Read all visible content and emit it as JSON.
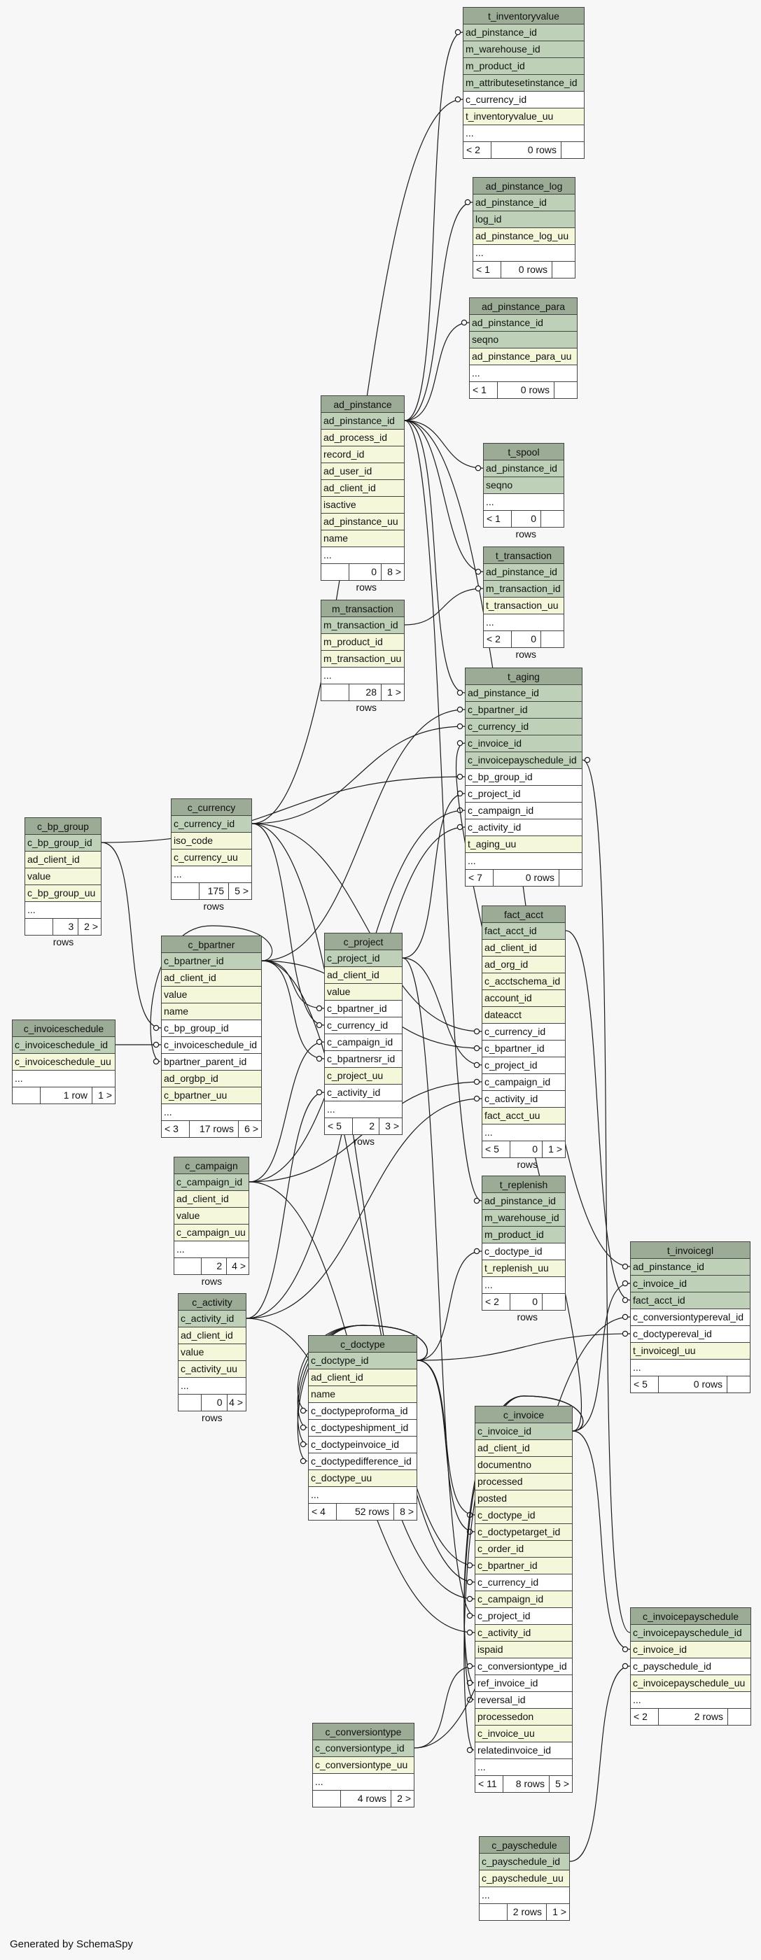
{
  "footer": "Generated by SchemaSpy",
  "tables": [
    {
      "id": "t_inventoryvalue",
      "columns": [
        [
          "ad_pinstance_id",
          "pk"
        ],
        [
          "m_warehouse_id",
          "pk"
        ],
        [
          "m_product_id",
          "pk"
        ],
        [
          "m_attributesetinstance_id",
          "pk"
        ],
        [
          "c_currency_id",
          "plain"
        ],
        [
          "t_inventoryvalue_uu",
          "idx"
        ],
        [
          "...",
          "plain"
        ]
      ],
      "footer": [
        "< 2",
        "0 rows",
        ""
      ]
    },
    {
      "id": "ad_pinstance_log",
      "columns": [
        [
          "ad_pinstance_id",
          "pk"
        ],
        [
          "log_id",
          "pk"
        ],
        [
          "ad_pinstance_log_uu",
          "idx"
        ],
        [
          "...",
          "plain"
        ]
      ],
      "footer": [
        "< 1",
        "0 rows",
        ""
      ]
    },
    {
      "id": "ad_pinstance_para",
      "columns": [
        [
          "ad_pinstance_id",
          "pk"
        ],
        [
          "seqno",
          "pk"
        ],
        [
          "ad_pinstance_para_uu",
          "idx"
        ],
        [
          "...",
          "plain"
        ]
      ],
      "footer": [
        "< 1",
        "0 rows",
        ""
      ]
    },
    {
      "id": "ad_pinstance",
      "columns": [
        [
          "ad_pinstance_id",
          "pk"
        ],
        [
          "ad_process_id",
          "idx"
        ],
        [
          "record_id",
          "idx"
        ],
        [
          "ad_user_id",
          "idx"
        ],
        [
          "ad_client_id",
          "idx"
        ],
        [
          "isactive",
          "idx"
        ],
        [
          "ad_pinstance_uu",
          "idx"
        ],
        [
          "name",
          "idx"
        ],
        [
          "...",
          "plain"
        ]
      ],
      "footer": [
        "",
        "0 rows",
        "8 >"
      ]
    },
    {
      "id": "t_spool",
      "columns": [
        [
          "ad_pinstance_id",
          "pk"
        ],
        [
          "seqno",
          "pk"
        ],
        [
          "...",
          "plain"
        ]
      ],
      "footer": [
        "< 1",
        "0 rows",
        ""
      ]
    },
    {
      "id": "m_transaction",
      "columns": [
        [
          "m_transaction_id",
          "pk"
        ],
        [
          "m_product_id",
          "idx"
        ],
        [
          "m_transaction_uu",
          "idx"
        ],
        [
          "...",
          "plain"
        ]
      ],
      "footer": [
        "",
        "28 rows",
        "1 >"
      ]
    },
    {
      "id": "t_transaction",
      "columns": [
        [
          "ad_pinstance_id",
          "pk"
        ],
        [
          "m_transaction_id",
          "pk"
        ],
        [
          "t_transaction_uu",
          "idx"
        ],
        [
          "...",
          "plain"
        ]
      ],
      "footer": [
        "< 2",
        "0 rows",
        ""
      ]
    },
    {
      "id": "t_aging",
      "columns": [
        [
          "ad_pinstance_id",
          "pk"
        ],
        [
          "c_bpartner_id",
          "pk"
        ],
        [
          "c_currency_id",
          "pk"
        ],
        [
          "c_invoice_id",
          "pk"
        ],
        [
          "c_invoicepayschedule_id",
          "pk"
        ],
        [
          "c_bp_group_id",
          "plain"
        ],
        [
          "c_project_id",
          "plain"
        ],
        [
          "c_campaign_id",
          "plain"
        ],
        [
          "c_activity_id",
          "plain"
        ],
        [
          "t_aging_uu",
          "idx"
        ],
        [
          "...",
          "plain"
        ]
      ],
      "footer": [
        "< 7",
        "0 rows",
        ""
      ]
    },
    {
      "id": "c_currency",
      "columns": [
        [
          "c_currency_id",
          "pk"
        ],
        [
          "iso_code",
          "idx"
        ],
        [
          "c_currency_uu",
          "idx"
        ],
        [
          "...",
          "plain"
        ]
      ],
      "footer": [
        "",
        "175 rows",
        "5 >"
      ]
    },
    {
      "id": "c_bp_group",
      "columns": [
        [
          "c_bp_group_id",
          "pk"
        ],
        [
          "ad_client_id",
          "idx"
        ],
        [
          "value",
          "idx"
        ],
        [
          "c_bp_group_uu",
          "idx"
        ],
        [
          "...",
          "plain"
        ]
      ],
      "footer": [
        "",
        "3 rows",
        "2 >"
      ]
    },
    {
      "id": "fact_acct",
      "columns": [
        [
          "fact_acct_id",
          "pk"
        ],
        [
          "ad_client_id",
          "idx"
        ],
        [
          "ad_org_id",
          "idx"
        ],
        [
          "c_acctschema_id",
          "idx"
        ],
        [
          "account_id",
          "idx"
        ],
        [
          "dateacct",
          "idx"
        ],
        [
          "c_currency_id",
          "plain"
        ],
        [
          "c_bpartner_id",
          "plain"
        ],
        [
          "c_project_id",
          "plain"
        ],
        [
          "c_campaign_id",
          "plain"
        ],
        [
          "c_activity_id",
          "plain"
        ],
        [
          "fact_acct_uu",
          "idx"
        ],
        [
          "...",
          "plain"
        ]
      ],
      "footer": [
        "< 5",
        "0 rows",
        "1 >"
      ]
    },
    {
      "id": "c_bpartner",
      "columns": [
        [
          "c_bpartner_id",
          "pk"
        ],
        [
          "ad_client_id",
          "idx"
        ],
        [
          "value",
          "idx"
        ],
        [
          "name",
          "idx"
        ],
        [
          "c_bp_group_id",
          "plain"
        ],
        [
          "c_invoiceschedule_id",
          "plain"
        ],
        [
          "bpartner_parent_id",
          "plain"
        ],
        [
          "ad_orgbp_id",
          "idx"
        ],
        [
          "c_bpartner_uu",
          "idx"
        ],
        [
          "...",
          "plain"
        ]
      ],
      "footer": [
        "< 3",
        "17 rows",
        "6 >"
      ]
    },
    {
      "id": "c_project",
      "columns": [
        [
          "c_project_id",
          "pk"
        ],
        [
          "ad_client_id",
          "idx"
        ],
        [
          "value",
          "idx"
        ],
        [
          "c_bpartner_id",
          "plain"
        ],
        [
          "c_currency_id",
          "plain"
        ],
        [
          "c_campaign_id",
          "plain"
        ],
        [
          "c_bpartnersr_id",
          "plain"
        ],
        [
          "c_project_uu",
          "idx"
        ],
        [
          "c_activity_id",
          "plain"
        ],
        [
          "...",
          "plain"
        ]
      ],
      "footer": [
        "< 5",
        "2 rows",
        "3 >"
      ]
    },
    {
      "id": "c_invoiceschedule",
      "columns": [
        [
          "c_invoiceschedule_id",
          "pk"
        ],
        [
          "c_invoiceschedule_uu",
          "idx"
        ],
        [
          "...",
          "plain"
        ]
      ],
      "footer": [
        "",
        "1 row",
        "1 >"
      ]
    },
    {
      "id": "c_campaign",
      "columns": [
        [
          "c_campaign_id",
          "pk"
        ],
        [
          "ad_client_id",
          "idx"
        ],
        [
          "value",
          "idx"
        ],
        [
          "c_campaign_uu",
          "idx"
        ],
        [
          "...",
          "plain"
        ]
      ],
      "footer": [
        "",
        "2 rows",
        "4 >"
      ]
    },
    {
      "id": "t_replenish",
      "columns": [
        [
          "ad_pinstance_id",
          "pk"
        ],
        [
          "m_warehouse_id",
          "pk"
        ],
        [
          "m_product_id",
          "pk"
        ],
        [
          "c_doctype_id",
          "plain"
        ],
        [
          "t_replenish_uu",
          "idx"
        ],
        [
          "...",
          "plain"
        ]
      ],
      "footer": [
        "< 2",
        "0 rows",
        ""
      ]
    },
    {
      "id": "t_invoicegl",
      "columns": [
        [
          "ad_pinstance_id",
          "pk"
        ],
        [
          "c_invoice_id",
          "pk"
        ],
        [
          "fact_acct_id",
          "pk"
        ],
        [
          "c_conversiontypereval_id",
          "plain"
        ],
        [
          "c_doctypereval_id",
          "plain"
        ],
        [
          "t_invoicegl_uu",
          "idx"
        ],
        [
          "...",
          "plain"
        ]
      ],
      "footer": [
        "< 5",
        "0 rows",
        ""
      ]
    },
    {
      "id": "c_activity",
      "columns": [
        [
          "c_activity_id",
          "pk"
        ],
        [
          "ad_client_id",
          "idx"
        ],
        [
          "value",
          "idx"
        ],
        [
          "c_activity_uu",
          "idx"
        ],
        [
          "...",
          "plain"
        ]
      ],
      "footer": [
        "",
        "0 rows",
        "4 >"
      ]
    },
    {
      "id": "c_doctype",
      "columns": [
        [
          "c_doctype_id",
          "pk"
        ],
        [
          "ad_client_id",
          "idx"
        ],
        [
          "name",
          "idx"
        ],
        [
          "c_doctypeproforma_id",
          "plain"
        ],
        [
          "c_doctypeshipment_id",
          "plain"
        ],
        [
          "c_doctypeinvoice_id",
          "plain"
        ],
        [
          "c_doctypedifference_id",
          "plain"
        ],
        [
          "c_doctype_uu",
          "idx"
        ],
        [
          "...",
          "plain"
        ]
      ],
      "footer": [
        "< 4",
        "52 rows",
        "8 >"
      ]
    },
    {
      "id": "c_invoice",
      "columns": [
        [
          "c_invoice_id",
          "pk"
        ],
        [
          "ad_client_id",
          "idx"
        ],
        [
          "documentno",
          "idx"
        ],
        [
          "processed",
          "idx"
        ],
        [
          "posted",
          "idx"
        ],
        [
          "c_doctype_id",
          "idx"
        ],
        [
          "c_doctypetarget_id",
          "idx"
        ],
        [
          "c_order_id",
          "idx"
        ],
        [
          "c_bpartner_id",
          "idx"
        ],
        [
          "c_currency_id",
          "plain"
        ],
        [
          "c_campaign_id",
          "idx"
        ],
        [
          "c_project_id",
          "plain"
        ],
        [
          "c_activity_id",
          "idx"
        ],
        [
          "ispaid",
          "idx"
        ],
        [
          "c_conversiontype_id",
          "plain"
        ],
        [
          "ref_invoice_id",
          "plain"
        ],
        [
          "reversal_id",
          "plain"
        ],
        [
          "processedon",
          "idx"
        ],
        [
          "c_invoice_uu",
          "idx"
        ],
        [
          "relatedinvoice_id",
          "plain"
        ],
        [
          "...",
          "plain"
        ]
      ],
      "footer": [
        "< 11",
        "8 rows",
        "5 >"
      ]
    },
    {
      "id": "c_invoicepayschedule",
      "columns": [
        [
          "c_invoicepayschedule_id",
          "pk"
        ],
        [
          "c_invoice_id",
          "idx"
        ],
        [
          "c_payschedule_id",
          "plain"
        ],
        [
          "c_invoicepayschedule_uu",
          "idx"
        ],
        [
          "...",
          "plain"
        ]
      ],
      "footer": [
        "< 2",
        "2 rows",
        ""
      ]
    },
    {
      "id": "c_conversiontype",
      "columns": [
        [
          "c_conversiontype_id",
          "pk"
        ],
        [
          "c_conversiontype_uu",
          "idx"
        ],
        [
          "...",
          "plain"
        ]
      ],
      "footer": [
        "",
        "4 rows",
        "2 >"
      ]
    },
    {
      "id": "c_payschedule",
      "columns": [
        [
          "c_payschedule_id",
          "pk"
        ],
        [
          "c_payschedule_uu",
          "idx"
        ],
        [
          "...",
          "plain"
        ]
      ],
      "footer": [
        "",
        "2 rows",
        "1 >"
      ]
    }
  ],
  "relationships": [
    [
      "ad_pinstance",
      "ad_pinstance_id",
      "t_inventoryvalue",
      "ad_pinstance_id"
    ],
    [
      "ad_pinstance",
      "ad_pinstance_id",
      "ad_pinstance_log",
      "ad_pinstance_id"
    ],
    [
      "ad_pinstance",
      "ad_pinstance_id",
      "ad_pinstance_para",
      "ad_pinstance_id"
    ],
    [
      "ad_pinstance",
      "ad_pinstance_id",
      "t_spool",
      "ad_pinstance_id"
    ],
    [
      "ad_pinstance",
      "ad_pinstance_id",
      "t_transaction",
      "ad_pinstance_id"
    ],
    [
      "ad_pinstance",
      "ad_pinstance_id",
      "t_aging",
      "ad_pinstance_id"
    ],
    [
      "ad_pinstance",
      "ad_pinstance_id",
      "t_replenish",
      "ad_pinstance_id"
    ],
    [
      "ad_pinstance",
      "ad_pinstance_id",
      "t_invoicegl",
      "ad_pinstance_id"
    ],
    [
      "m_transaction",
      "m_transaction_id",
      "t_transaction",
      "m_transaction_id"
    ],
    [
      "c_currency",
      "c_currency_id",
      "t_inventoryvalue",
      "c_currency_id"
    ],
    [
      "c_currency",
      "c_currency_id",
      "t_aging",
      "c_currency_id"
    ],
    [
      "c_currency",
      "c_currency_id",
      "fact_acct",
      "c_currency_id"
    ],
    [
      "c_currency",
      "c_currency_id",
      "c_project",
      "c_currency_id"
    ],
    [
      "c_currency",
      "c_currency_id",
      "c_invoice",
      "c_currency_id"
    ],
    [
      "c_bp_group",
      "c_bp_group_id",
      "t_aging",
      "c_bp_group_id"
    ],
    [
      "c_bp_group",
      "c_bp_group_id",
      "c_bpartner",
      "c_bp_group_id"
    ],
    [
      "c_invoiceschedule",
      "c_invoiceschedule_id",
      "c_bpartner",
      "c_invoiceschedule_id"
    ],
    [
      "c_bpartner",
      "c_bpartner_id",
      "c_bpartner",
      "bpartner_parent_id"
    ],
    [
      "c_bpartner",
      "c_bpartner_id",
      "t_aging",
      "c_bpartner_id"
    ],
    [
      "c_bpartner",
      "c_bpartner_id",
      "fact_acct",
      "c_bpartner_id"
    ],
    [
      "c_bpartner",
      "c_bpartner_id",
      "c_project",
      "c_bpartner_id"
    ],
    [
      "c_bpartner",
      "c_bpartner_id",
      "c_project",
      "c_bpartnersr_id"
    ],
    [
      "c_bpartner",
      "c_bpartner_id",
      "c_invoice",
      "c_bpartner_id"
    ],
    [
      "c_project",
      "c_project_id",
      "t_aging",
      "c_project_id"
    ],
    [
      "c_project",
      "c_project_id",
      "fact_acct",
      "c_project_id"
    ],
    [
      "c_project",
      "c_project_id",
      "c_invoice",
      "c_project_id"
    ],
    [
      "c_campaign",
      "c_campaign_id",
      "t_aging",
      "c_campaign_id"
    ],
    [
      "c_campaign",
      "c_campaign_id",
      "fact_acct",
      "c_campaign_id"
    ],
    [
      "c_campaign",
      "c_campaign_id",
      "c_project",
      "c_campaign_id"
    ],
    [
      "c_campaign",
      "c_campaign_id",
      "c_invoice",
      "c_campaign_id"
    ],
    [
      "c_activity",
      "c_activity_id",
      "t_aging",
      "c_activity_id"
    ],
    [
      "c_activity",
      "c_activity_id",
      "fact_acct",
      "c_activity_id"
    ],
    [
      "c_activity",
      "c_activity_id",
      "c_project",
      "c_activity_id"
    ],
    [
      "c_activity",
      "c_activity_id",
      "c_invoice",
      "c_activity_id"
    ],
    [
      "c_doctype",
      "c_doctype_id",
      "t_replenish",
      "c_doctype_id"
    ],
    [
      "c_doctype",
      "c_doctype_id",
      "t_invoicegl",
      "c_doctypereval_id"
    ],
    [
      "c_doctype",
      "c_doctype_id",
      "c_doctype",
      "c_doctypeproforma_id"
    ],
    [
      "c_doctype",
      "c_doctype_id",
      "c_doctype",
      "c_doctypeshipment_id"
    ],
    [
      "c_doctype",
      "c_doctype_id",
      "c_doctype",
      "c_doctypeinvoice_id"
    ],
    [
      "c_doctype",
      "c_doctype_id",
      "c_doctype",
      "c_doctypedifference_id"
    ],
    [
      "c_doctype",
      "c_doctype_id",
      "c_invoice",
      "c_doctype_id"
    ],
    [
      "c_doctype",
      "c_doctype_id",
      "c_invoice",
      "c_doctypetarget_id"
    ],
    [
      "c_invoice",
      "c_invoice_id",
      "t_aging",
      "c_invoice_id"
    ],
    [
      "c_invoice",
      "c_invoice_id",
      "t_invoicegl",
      "c_invoice_id"
    ],
    [
      "c_invoice",
      "c_invoice_id",
      "c_invoicepayschedule",
      "c_invoice_id"
    ],
    [
      "c_invoice",
      "c_invoice_id",
      "c_invoice",
      "ref_invoice_id"
    ],
    [
      "c_invoice",
      "c_invoice_id",
      "c_invoice",
      "reversal_id"
    ],
    [
      "c_invoice",
      "c_invoice_id",
      "c_invoice",
      "relatedinvoice_id"
    ],
    [
      "fact_acct",
      "fact_acct_id",
      "t_invoicegl",
      "fact_acct_id"
    ],
    [
      "c_conversiontype",
      "c_conversiontype_id",
      "c_invoice",
      "c_conversiontype_id"
    ],
    [
      "c_conversiontype",
      "c_conversiontype_id",
      "t_invoicegl",
      "c_conversiontypereval_id"
    ],
    [
      "c_invoicepayschedule",
      "c_invoicepayschedule_id",
      "t_aging",
      "c_invoicepayschedule_id"
    ],
    [
      "c_payschedule",
      "c_payschedule_id",
      "c_invoicepayschedule",
      "c_payschedule_id"
    ]
  ]
}
